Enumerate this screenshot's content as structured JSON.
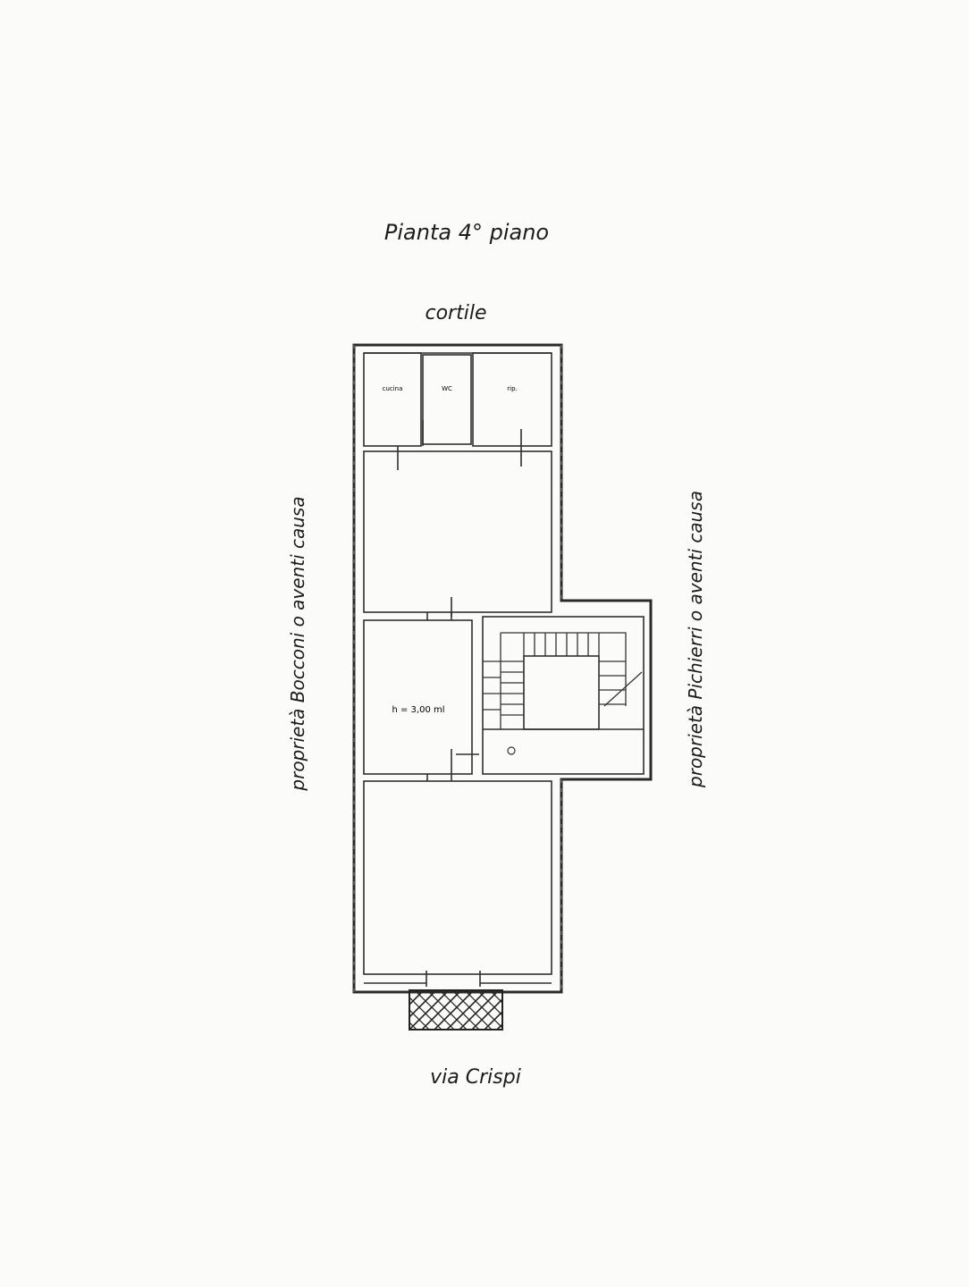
{
  "title": "Pianta 4° piano",
  "labels": {
    "top": "cortile",
    "bottom": "via Crispi",
    "left": "proprietà Bocconi o aventi causa",
    "right": "proprietà Pichierri o aventi causa"
  },
  "rooms": {
    "service_1": "cucina",
    "service_2": "WC",
    "service_3": "rip.",
    "height_note": "h = 3,00 ml"
  }
}
